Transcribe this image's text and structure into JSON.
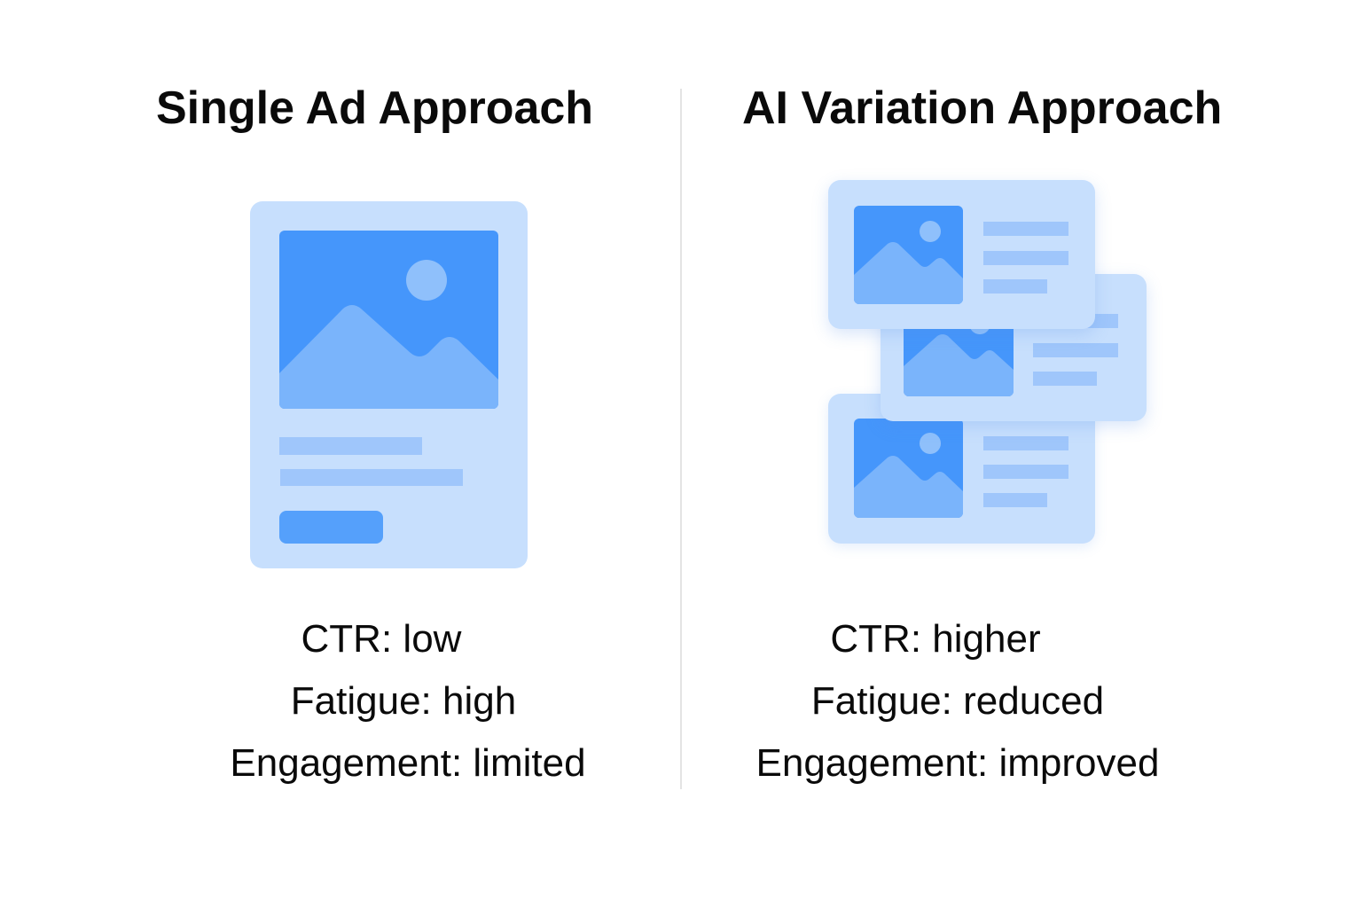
{
  "left": {
    "title": "Single Ad Approach",
    "illustration": "single-ad-card",
    "stats": [
      {
        "label": "CTR:",
        "value": "low"
      },
      {
        "label": "Fatigue:",
        "value": "high"
      },
      {
        "label": "Engagement:",
        "value": "limited"
      }
    ]
  },
  "right": {
    "title": "AI Variation Approach",
    "illustration": "stacked-ad-variation-cards",
    "card_count": 3,
    "stats": [
      {
        "label": "CTR:",
        "value": "higher"
      },
      {
        "label": "Fatigue:",
        "value": "reduced"
      },
      {
        "label": "Engagement:",
        "value": "improved"
      }
    ]
  },
  "colors": {
    "card_bg": "#c7dffd",
    "image_bg": "#4596fb",
    "mountain": "#7ab4fb",
    "text_line": "#9fc6fb",
    "cta_button": "#55a0fb",
    "divider": "#e4e4e4",
    "text": "#0a0a0a"
  }
}
